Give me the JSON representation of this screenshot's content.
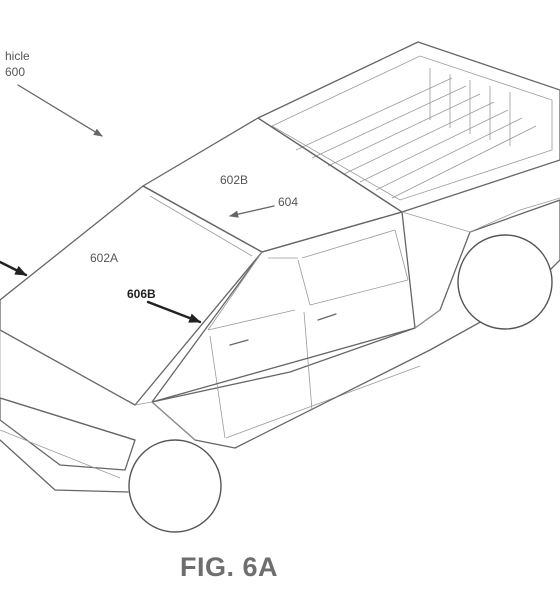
{
  "labels": {
    "vehicle_line1": "hicle",
    "vehicle_line2": "600",
    "panel_602b": "602B",
    "ref_604": "604",
    "panel_602a": "602A",
    "ref_606b": "606B"
  },
  "caption": "FIG. 6A"
}
